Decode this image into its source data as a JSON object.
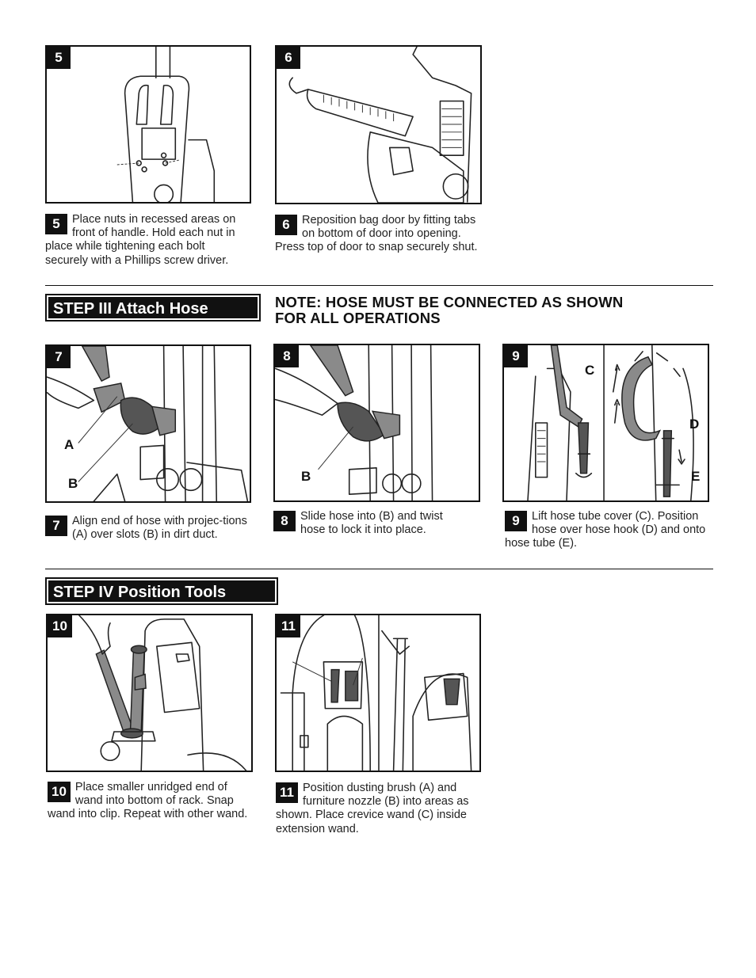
{
  "steps": {
    "s5": {
      "num": "5",
      "text": "Place nuts in recessed areas on front of handle.  Hold each nut in place while tightening each bolt securely with a Phillips screw driver."
    },
    "s6": {
      "num": "6",
      "text": "Reposition bag door by fitting tabs on bottom of door into opening.  Press top of door to snap securely shut."
    },
    "s7": {
      "num": "7",
      "text": "Align end of hose with projec-tions (A) over slots (B) in dirt duct.",
      "labels": [
        "A",
        "B"
      ]
    },
    "s8": {
      "num": "8",
      "text": "Slide hose into (B) and twist hose to lock it into place.",
      "labels": [
        "B"
      ]
    },
    "s9": {
      "num": "9",
      "text": "Lift hose tube cover (C). Position hose over hose hook (D) and onto hose tube (E).",
      "labels": [
        "C",
        "D",
        "E"
      ]
    },
    "s10": {
      "num": "10",
      "text": "Place smaller unridged end of wand into bottom of rack.  Snap wand into clip.  Repeat with other wand."
    },
    "s11": {
      "num": "11",
      "text": "Position dusting brush (A) and furniture nozzle (B) into areas as shown. Place crevice wand (C) inside extension wand."
    }
  },
  "sections": {
    "step3": "STEP III Attach Hose",
    "step4": "STEP IV Position Tools",
    "note_line1": "NOTE:  HOSE MUST BE CONNECTED AS SHOWN",
    "note_line2": "FOR ALL OPERATIONS"
  }
}
